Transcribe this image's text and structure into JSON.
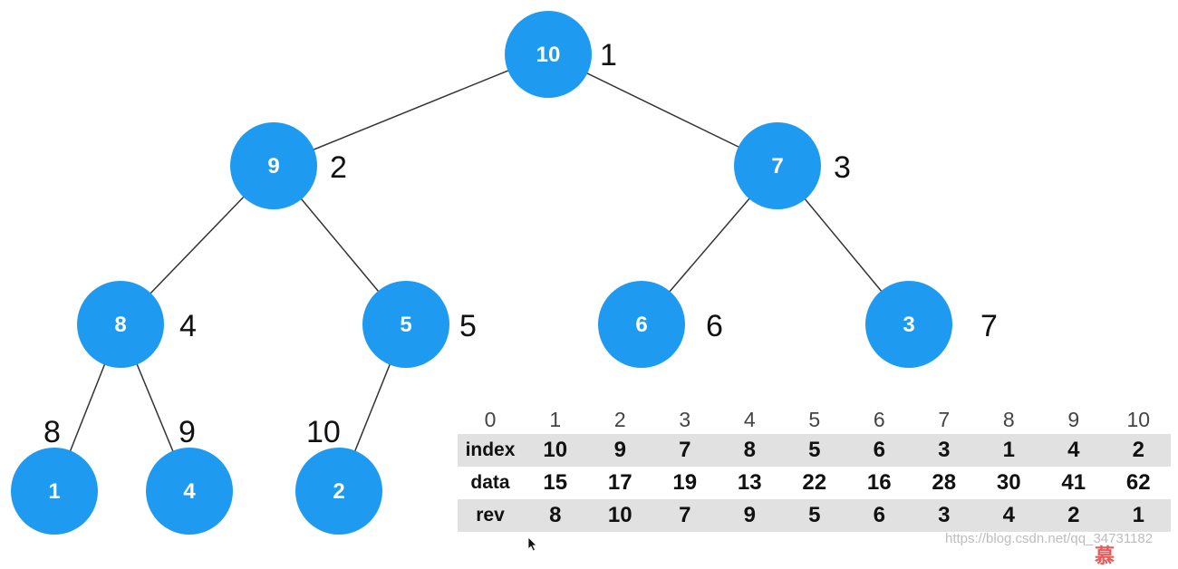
{
  "tree": {
    "nodes": [
      {
        "id": 1,
        "value": "10",
        "position_label": "1"
      },
      {
        "id": 2,
        "value": "9",
        "position_label": "2"
      },
      {
        "id": 3,
        "value": "7",
        "position_label": "3"
      },
      {
        "id": 4,
        "value": "8",
        "position_label": "4"
      },
      {
        "id": 5,
        "value": "5",
        "position_label": "5"
      },
      {
        "id": 6,
        "value": "6",
        "position_label": "6"
      },
      {
        "id": 7,
        "value": "3",
        "position_label": "7"
      },
      {
        "id": 8,
        "value": "1",
        "position_label": "8"
      },
      {
        "id": 9,
        "value": "4",
        "position_label": "9"
      },
      {
        "id": 10,
        "value": "2",
        "position_label": "10"
      }
    ],
    "edges": [
      [
        1,
        2
      ],
      [
        1,
        3
      ],
      [
        2,
        4
      ],
      [
        2,
        5
      ],
      [
        3,
        6
      ],
      [
        3,
        7
      ],
      [
        4,
        8
      ],
      [
        4,
        9
      ],
      [
        5,
        10
      ]
    ],
    "node_color": "#1E9BF0"
  },
  "table": {
    "header": [
      "0",
      "1",
      "2",
      "3",
      "4",
      "5",
      "6",
      "7",
      "8",
      "9",
      "10"
    ],
    "rows": [
      {
        "label": "index",
        "values": [
          "10",
          "9",
          "7",
          "8",
          "5",
          "6",
          "3",
          "1",
          "4",
          "2"
        ]
      },
      {
        "label": "data",
        "values": [
          "15",
          "17",
          "19",
          "13",
          "22",
          "16",
          "28",
          "30",
          "41",
          "62"
        ]
      },
      {
        "label": "rev",
        "values": [
          "8",
          "10",
          "7",
          "9",
          "5",
          "6",
          "3",
          "4",
          "2",
          "1"
        ]
      }
    ],
    "shade_color": "#e1e1e1"
  },
  "watermark": "https://blog.csdn.net/qq_34731182",
  "logo_text": "慕课"
}
